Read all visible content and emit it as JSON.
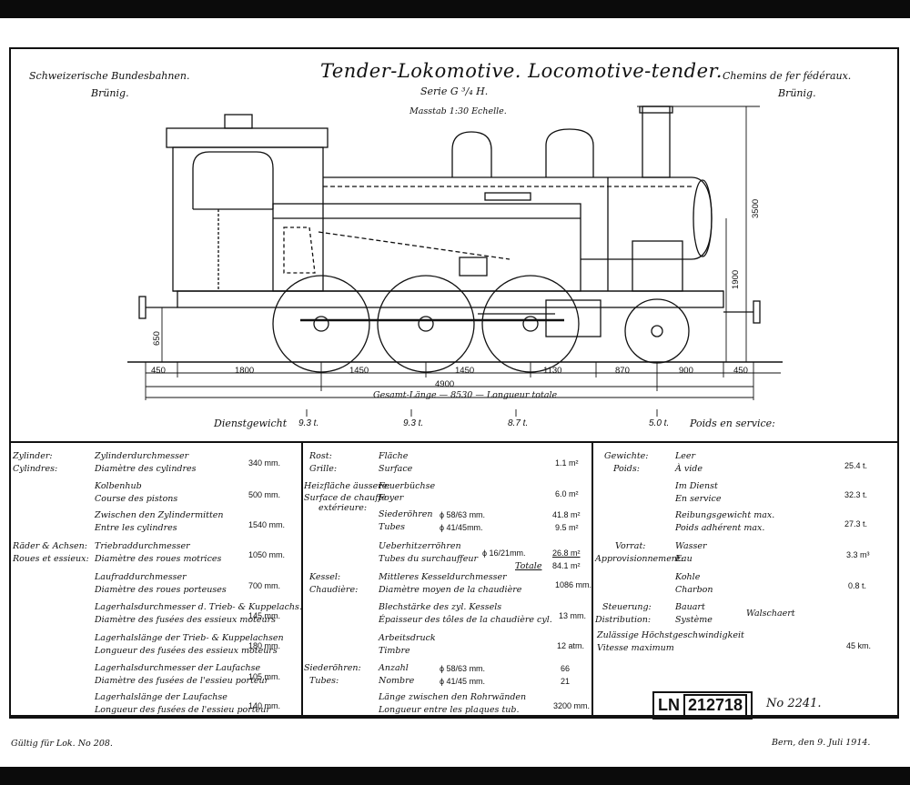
{
  "header": {
    "left_line1": "Schweizerische Bundesbahnen.",
    "left_line2": "Brünig.",
    "title": "Tender-Lokomotive. Locomotive-tender.",
    "series": "Serie G ³/₄ H.",
    "scale": "Masstab 1:30 Echelle.",
    "right_line1": "Chemins de fer fédéraux.",
    "right_line2": "Brünig."
  },
  "dimensions": {
    "horizontal": [
      "450",
      "1800",
      "1450",
      "1450",
      "1130",
      "870",
      "900",
      "450"
    ],
    "wheelbase": "4900",
    "total": "Gesamt-Länge — 8530 — Longueur totale",
    "vertical_height": "3500",
    "vertical_boiler": "1900",
    "vertical_buffer": "650"
  },
  "weights": {
    "label_de": "Dienstgewicht",
    "axle1": "9.3 t.",
    "axle2": "9.3 t.",
    "axle3": "8.7 t.",
    "axle4": "5.0 t.",
    "label_fr": "Poids en service:"
  },
  "col1": {
    "cyl_head_de": "Zylinder:",
    "cyl_head_fr": "Cylindres:",
    "rows": [
      {
        "de": "Zylinderdurchmesser",
        "fr": "Diamètre des cylindres",
        "val": "340 mm."
      },
      {
        "de": "Kolbenhub",
        "fr": "Course des pistons",
        "val": "500 mm."
      },
      {
        "de": "Zwischen den Zylindermitten",
        "fr": "Entre les cylindres",
        "val": "1540 mm."
      },
      {
        "de": "Triebraddurchmesser",
        "fr": "Diamètre des roues motrices",
        "val": "1050 mm."
      },
      {
        "de": "Laufraddurchmesser",
        "fr": "Diamètre des roues porteuses",
        "val": "700 mm."
      },
      {
        "de": "Lagerhalsdurchmesser d. Trieb- & Kuppelachs.",
        "fr": "Diamètre des fusées des essieux moteurs",
        "val": "145 mm."
      },
      {
        "de": "Lagerhalslänge der Trieb- & Kuppelachsen",
        "fr": "Longueur des fusées des essieux moteurs",
        "val": "180 mm."
      },
      {
        "de": "Lagerhalsdurchmesser der Laufachse",
        "fr": "Diamètre des fusées de l'essieu porteur",
        "val": "105 mm."
      },
      {
        "de": "Lagerhalslänge der Laufachse",
        "fr": "Longueur des fusées de l'essieu porteur",
        "val": "140 mm."
      }
    ],
    "wheels_head_de": "Räder & Achsen:",
    "wheels_head_fr": "Roues et essieux:"
  },
  "col2": {
    "rost_de": "Rost:",
    "rost_fr": "Grille:",
    "flaeche_de": "Fläche",
    "flaeche_fr": "Surface",
    "flaeche_val": "1.1 m²",
    "heiz_de": "Heizfläche äussere:",
    "heiz_fr": "Surface de chauffe",
    "heiz_fr2": "extérieure:",
    "feuer_de": "Feuerbüchse",
    "feuer_fr": "Foyer",
    "feuer_val": "6.0 m²",
    "siede_de": "Siederöhren",
    "siede_spec": "ϕ 58/63 mm.",
    "siede_val": "41.8 m²",
    "tubes_fr": "Tubes",
    "tubes_spec": "ϕ 41/45mm.",
    "tubes_val": "9.5 m²",
    "ueber_de": "Ueberhitzerröhren",
    "ueber_fr": "Tubes du surchauffeur",
    "ueber_spec": "ϕ 16/21mm.",
    "ueber_val": "26.8 m²",
    "totale": "Totale",
    "totale_val": "84.1 m²",
    "kessel_de": "Kessel:",
    "kessel_fr": "Chaudière:",
    "mittl_de": "Mittleres Kesseldurchmesser",
    "mittl_fr": "Diamètre moyen de la chaudière",
    "mittl_val": "1086 mm.",
    "blech_de": "Blechstärke des zyl. Kessels",
    "blech_fr": "Épaisseur des tôles de la chaudière cyl.",
    "blech_val": "13 mm.",
    "arbeit_de": "Arbeitsdruck",
    "arbeit_fr": "Timbre",
    "arbeit_val": "12 atm.",
    "sr_de": "Siederöhren:",
    "sr_fr": "Tubes:",
    "anzahl_de": "Anzahl",
    "anzahl_spec": "ϕ 58/63 mm.",
    "anzahl_val": "66",
    "nombre_fr": "Nombre",
    "nombre_spec": "ϕ 41/45 mm.",
    "nombre_val": "21",
    "laenge_de": "Länge zwischen den Rohrwänden",
    "laenge_fr": "Longueur entre les plaques tub.",
    "laenge_val": "3200 mm."
  },
  "col3": {
    "gew_de": "Gewichte:",
    "gew_fr": "Poids:",
    "leer_de": "Leer",
    "leer_fr": "À vide",
    "leer_val": "25.4 t.",
    "dienst_de": "Im Dienst",
    "dienst_fr": "En service",
    "dienst_val": "32.3 t.",
    "reib_de": "Reibungsgewicht max.",
    "reib_fr": "Poids adhérent max.",
    "reib_val": "27.3 t.",
    "vorrat_de": "Vorrat:",
    "vorrat_fr": "Approvisionnement:",
    "wasser_de": "Wasser",
    "wasser_fr": "Eau",
    "wasser_val": "3.3 m³",
    "kohle_de": "Kohle",
    "kohle_fr": "Charbon",
    "kohle_val": "0.8 t.",
    "steu_de": "Steuerung:",
    "steu_fr": "Distribution:",
    "bauart_de": "Bauart",
    "bauart_fr": "Système",
    "bauart_val": "Walschaert",
    "geschw_de": "Zulässige Höchstgeschwindigkeit",
    "geschw_fr": "Vitesse maximum",
    "geschw_val": "45 km."
  },
  "stamp": {
    "prefix": "LN",
    "number": "212718"
  },
  "drawing_no": "No 2241.",
  "footer": {
    "left": "Gültig für Lok. No 208.",
    "right": "Bern, den 9. Juli 1914."
  }
}
